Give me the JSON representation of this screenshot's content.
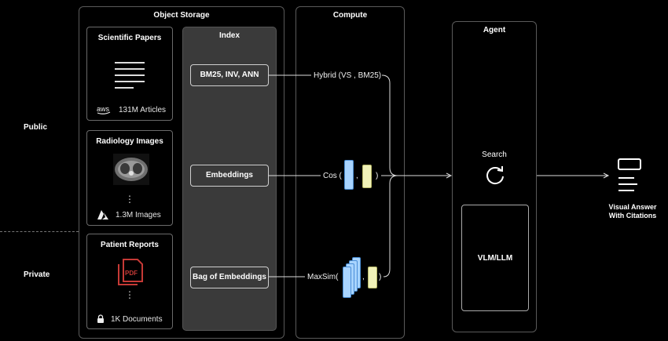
{
  "side_labels": {
    "public": "Public",
    "private": "Private"
  },
  "object_storage": {
    "title": "Object Storage",
    "sources": [
      {
        "title": "Scientific Papers",
        "footer": "131M Articles",
        "footer_icon": "aws-logo-icon",
        "ellipsis": ""
      },
      {
        "title": "Radiology Images",
        "footer": "1.3M Images",
        "footer_icon": "azure-logo-icon",
        "ellipsis": "⋮"
      },
      {
        "title": "Patient Reports",
        "footer": "1K Documents",
        "footer_icon": "lock-icon",
        "ellipsis": "⋮",
        "pdf_badge": "PDF"
      }
    ]
  },
  "index": {
    "title": "Index",
    "items": [
      "BM25, INV, ANN",
      "Embeddings",
      "Bag of Embeddings"
    ]
  },
  "compute": {
    "title": "Compute",
    "ops": [
      "Hybrid (VS , BM25)",
      "Cos (",
      "MaxSim("
    ],
    "sep": ",",
    "close": ")"
  },
  "agent": {
    "title": "Agent",
    "search": "Search",
    "model": "VLM/LLM"
  },
  "output": {
    "line1": "Visual Answer",
    "line2": "With Citations"
  },
  "colors": {
    "vector_blue": "#a8d4ff",
    "vector_yellow": "#f1f2b8",
    "pdf_red": "#c63a36",
    "index_fill": "#3a3a3a"
  }
}
